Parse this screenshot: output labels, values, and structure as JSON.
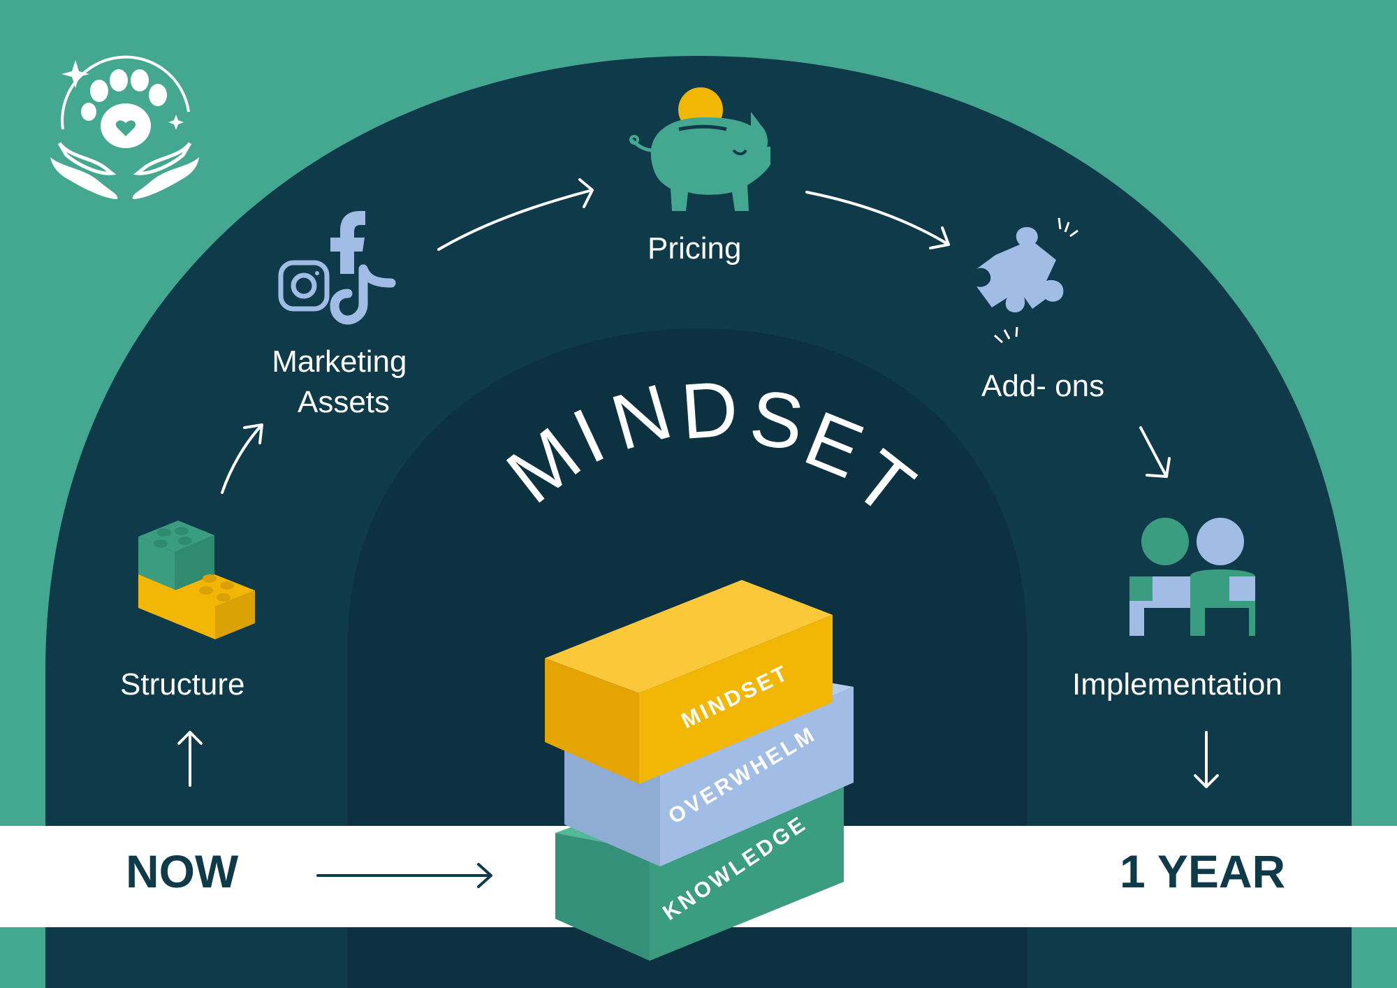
{
  "title": "MINDSET",
  "steps": [
    {
      "label": "Structure",
      "icon": "lego-bricks-icon"
    },
    {
      "label_lines": [
        "Marketing",
        "Assets"
      ],
      "icon": "social-media-icons"
    },
    {
      "label": "Pricing",
      "icon": "piggy-bank-icon"
    },
    {
      "label": "Add- ons",
      "icon": "puzzle-piece-icon"
    },
    {
      "label": "Implementation",
      "icon": "two-people-icon"
    }
  ],
  "timeline": {
    "start": "NOW",
    "end": "1 YEAR"
  },
  "blocks": [
    {
      "label": "MINDSET",
      "color": "#f2b705"
    },
    {
      "label": "OVERWHELM",
      "color": "#a1bde6"
    },
    {
      "label": "KNOWLEDGE",
      "color": "#3b9d80"
    }
  ],
  "colors": {
    "background": "#43a88f",
    "arch_outer": "#0f3a4a",
    "arch_inner": "#0c3140",
    "accent_blue": "#a1bde6",
    "accent_yellow": "#f2b705",
    "band": "#ffffff"
  },
  "logo_icon": "paw-hands-logo-icon"
}
